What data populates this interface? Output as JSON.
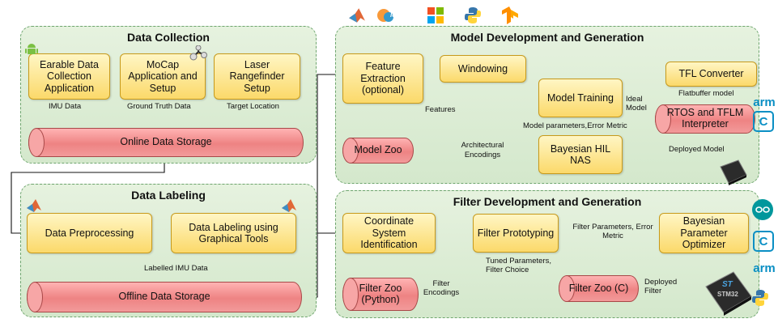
{
  "panels": {
    "collection": "Data Collection",
    "labeling": "Data Labeling",
    "model": "Model Development and Generation",
    "filter": "Filter Development and Generation"
  },
  "nodes": {
    "earable": "Earable Data Collection Application",
    "mocap": "MoCap Application and Setup",
    "laser": "Laser Rangefinder Setup",
    "online": "Online Data Storage",
    "preproc": "Data Preprocessing",
    "labeltool": "Data Labeling using Graphical Tools",
    "offline": "Offline Data Storage",
    "feature": "Feature Extraction (optional)",
    "windowing": "Windowing",
    "training": "Model Training",
    "tfl": "TFL Converter",
    "rtos": "RTOS and TFLM Interpreter",
    "modelzoo": "Model Zoo",
    "bayes_nas": "Bayesian HIL NAS",
    "coord": "Coordinate System Identification",
    "proto": "Filter Prototyping",
    "optimizer": "Bayesian Parameter Optimizer",
    "fzoo_py": "Filter Zoo (Python)",
    "fzoo_c": "Filter Zoo (C)"
  },
  "edges": {
    "imu": "IMU Data",
    "ground": "Ground Truth Data",
    "target": "Target Location",
    "labelled": "Labelled IMU Data",
    "features": "Features",
    "params": "Model parameters,Error Metric",
    "arch": "Architectural Encodings",
    "ideal": "Ideal Model",
    "flatbuffer": "Flatbuffer model",
    "deployed_model": "Deployed Model",
    "filter_params": "Filter Parameters, Error Metric",
    "tuned": "Tuned Parameters, Filter Choice",
    "filter_enc": "Filter Encodings",
    "deployed_filter": "Deployed Filter"
  },
  "logos": {
    "learn": "learn",
    "arm1": "arm",
    "arm2": "arm",
    "c1": "C",
    "c2": "C",
    "st": "ST",
    "chip_top": "STM32"
  },
  "colors": {
    "panel": "#d9ebd2",
    "box": "#fbd96a",
    "cylinder": "#ee8383"
  }
}
